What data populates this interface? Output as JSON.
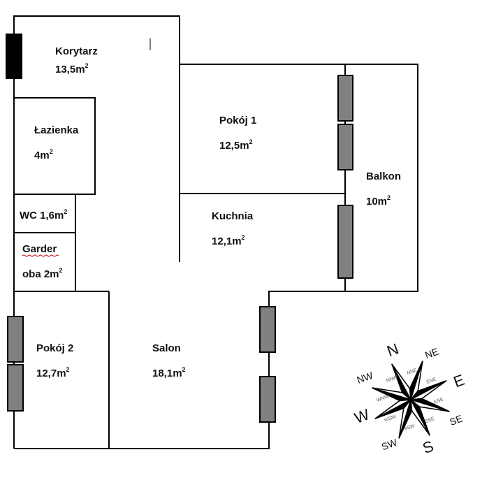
{
  "rooms": [
    {
      "name": "Korytarz",
      "area": "13,5m",
      "sup": "2"
    },
    {
      "name": "Łazienka",
      "area": "4m",
      "sup": "2"
    },
    {
      "name": "WC 1,6m",
      "sup": "2"
    },
    {
      "name": "Garder",
      "name2": "oba 2m",
      "sup": "2"
    },
    {
      "name": "Pokój 1",
      "area": "12,5m",
      "sup": "2"
    },
    {
      "name": "Kuchnia",
      "area": "12,1m",
      "sup": "2"
    },
    {
      "name": "Balkon",
      "area": "10m",
      "sup": "2"
    },
    {
      "name": "Pokój 2",
      "area": "12,7m",
      "sup": "2"
    },
    {
      "name": "Salon",
      "area": "18,1m",
      "sup": "2"
    }
  ],
  "compass": {
    "main": [
      "N",
      "E",
      "S",
      "W"
    ],
    "inter": [
      "NE",
      "SE",
      "SW",
      "NW"
    ],
    "minor": [
      "NNE",
      "ENE",
      "ESE",
      "SSE",
      "SSW",
      "WSW",
      "WNW",
      "NNW"
    ]
  },
  "colors": {
    "wall": "#000000",
    "window": "#808080",
    "door": "#000000"
  }
}
